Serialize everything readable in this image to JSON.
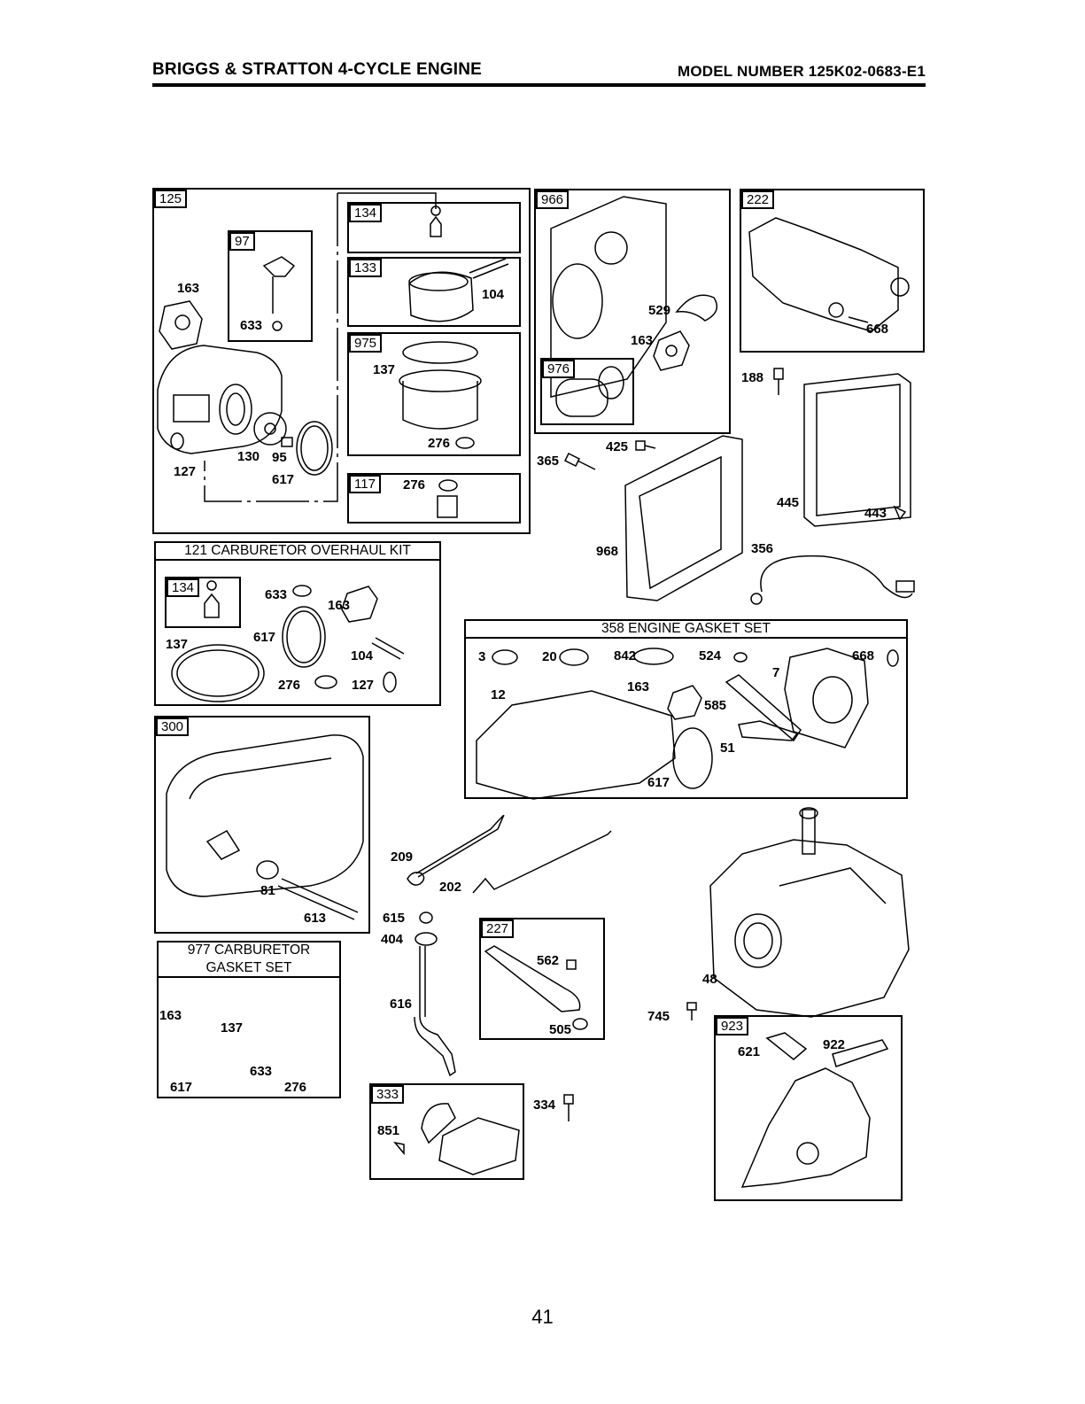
{
  "header": {
    "left": "BRIGGS & STRATTON 4-CYCLE ENGINE",
    "right": "MODEL NUMBER 125K02-0683-E1"
  },
  "page_number": "41",
  "groups": {
    "g125": "125",
    "g97": "97",
    "g134a": "134",
    "g133": "133",
    "g975": "975",
    "g117": "117",
    "g966": "966",
    "g976": "976",
    "g222": "222",
    "g134b": "134",
    "g300": "300",
    "g227": "227",
    "g333": "333",
    "g923": "923"
  },
  "kits": {
    "k121": "121 CARBURETOR OVERHAUL KIT",
    "k358": "358 ENGINE GASKET SET",
    "k977_line1": "977 CARBURETOR",
    "k977_line2": "GASKET SET"
  },
  "parts": {
    "p163a": "163",
    "p633a": "633",
    "p104a": "104",
    "p137a": "137",
    "p276a": "276",
    "p127a": "127",
    "p130": "130",
    "p95": "95",
    "p617a": "617",
    "p276b": "276",
    "p529": "529",
    "p163b": "163",
    "p668a": "668",
    "p188": "188",
    "p425": "425",
    "p365": "365",
    "p445": "445",
    "p443": "443",
    "p968": "968",
    "p356": "356",
    "p633b": "633",
    "p163c": "163",
    "p617b": "617",
    "p137b": "137",
    "p104b": "104",
    "p276c": "276",
    "p127b": "127",
    "p3": "3",
    "p20": "20",
    "p842": "842",
    "p524": "524",
    "p668b": "668",
    "p7": "7",
    "p12": "12",
    "p163d": "163",
    "p585": "585",
    "p51": "51",
    "p617c": "617",
    "p81": "81",
    "p613": "613",
    "p209": "209",
    "p202": "202",
    "p615": "615",
    "p404": "404",
    "p616": "616",
    "p562": "562",
    "p505": "505",
    "p48": "48",
    "p745": "745",
    "p621": "621",
    "p922": "922",
    "p163e": "163",
    "p137c": "137",
    "p633c": "633",
    "p617d": "617",
    "p276d": "276",
    "p851": "851",
    "p334": "334"
  }
}
